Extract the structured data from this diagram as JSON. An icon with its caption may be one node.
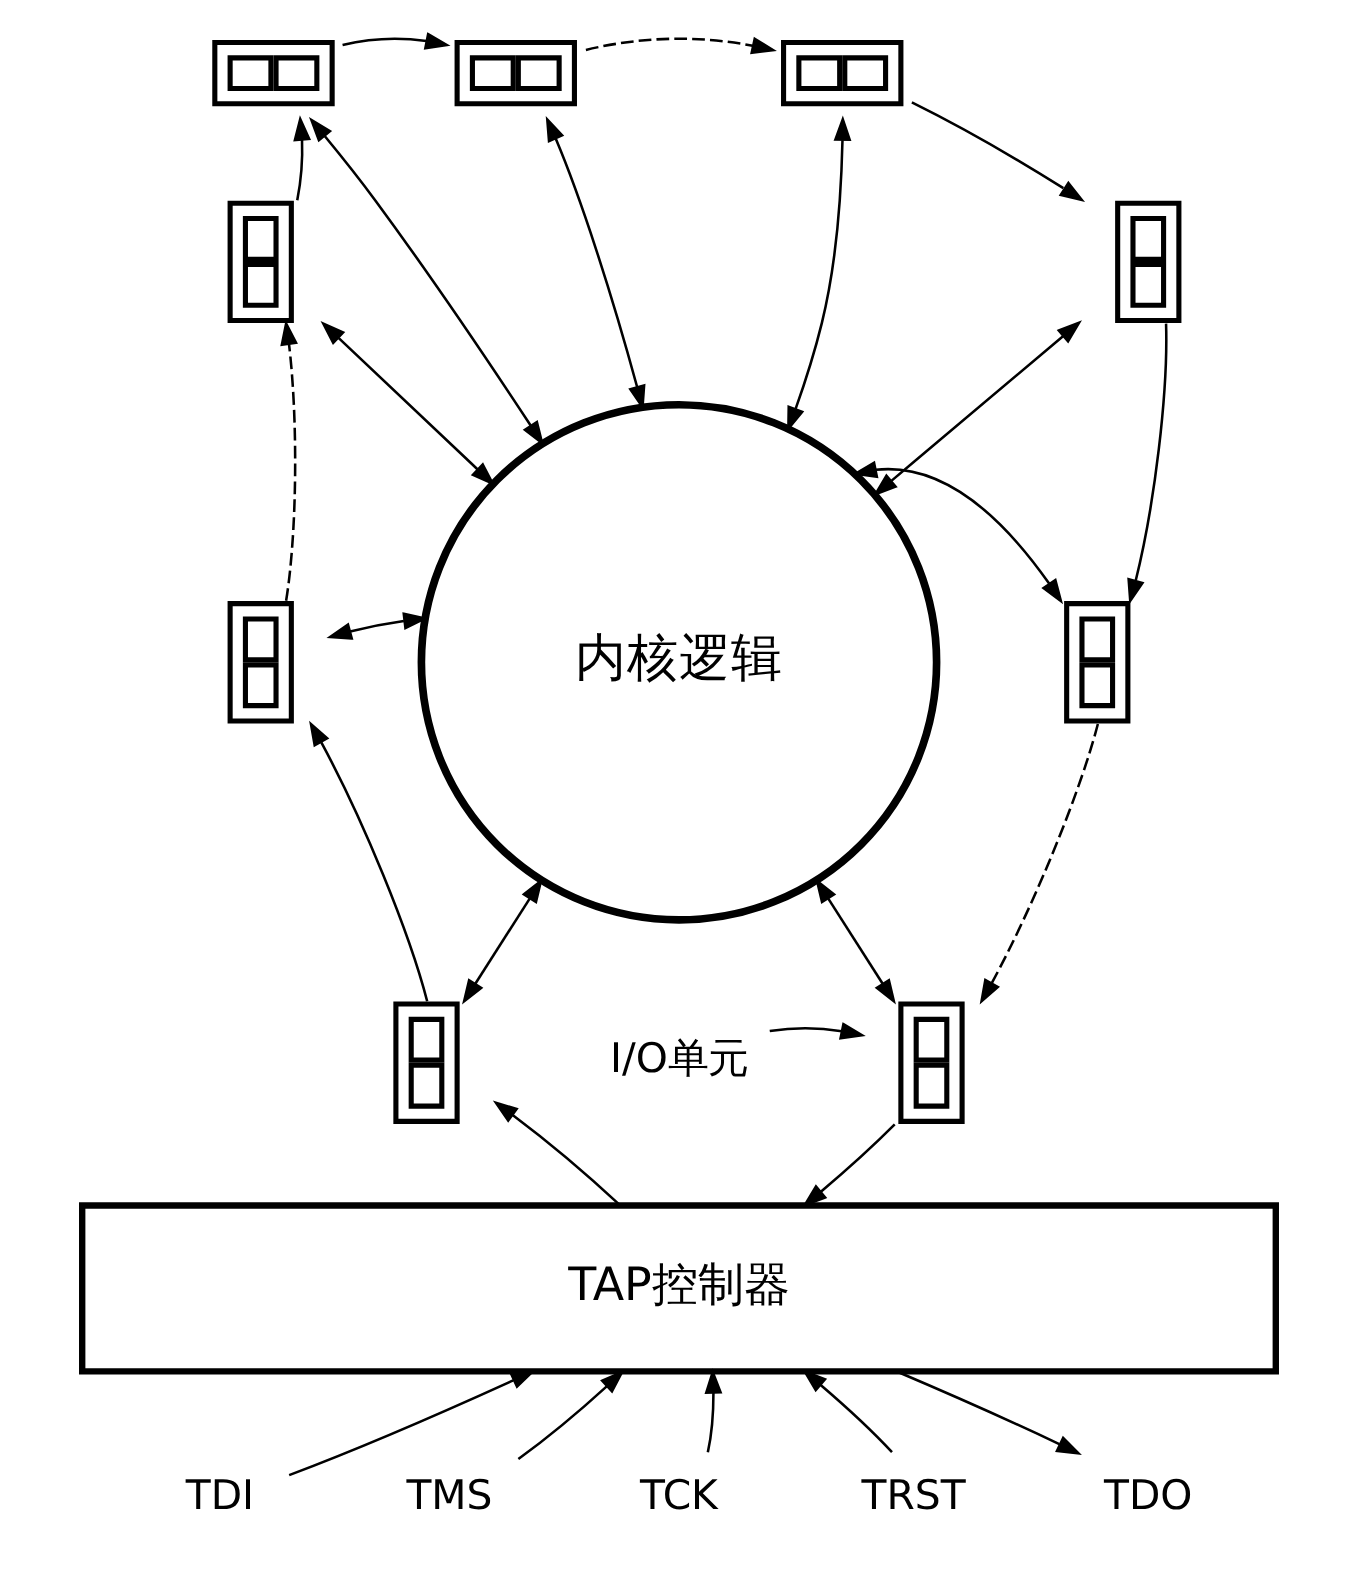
{
  "diagram": {
    "nodes": [
      {
        "text": [],
        "shape": "box"
      },
      {
        "text": [],
        "shape": "box"
      },
      {
        "text": [],
        "shape": "box"
      },
      {
        "text": [],
        "shape": "box"
      },
      {
        "text": [],
        "shape": "box"
      },
      {
        "text": [],
        "shape": "box"
      },
      {
        "text": [
          "内核逻辑"
        ]
      },
      {
        "text": [],
        "shape": "box"
      },
      {
        "text": [],
        "shape": "box"
      },
      {
        "text": [],
        "shape": "box"
      },
      {
        "text": [
          "I/O单元"
        ]
      },
      {
        "text": [
          "TAP控制器"
        ]
      },
      {
        "text": [
          "TDI"
        ]
      },
      {
        "text": [
          "TMS"
        ]
      },
      {
        "text": [
          "TCK"
        ]
      },
      {
        "text": [
          "TRST"
        ]
      },
      {
        "text": [
          "TDO"
        ]
      }
    ],
    "edges": [
      {
        "from": 11,
        "to": 8,
        "arrow": "to"
      },
      {
        "from": 8,
        "to": 7,
        "arrow": "to"
      },
      {
        "from": 7,
        "to": 3,
        "arrow": "to",
        "style": "dashed"
      },
      {
        "from": 3,
        "to": 0,
        "arrow": "to"
      },
      {
        "from": 0,
        "to": 1,
        "arrow": "to"
      },
      {
        "from": 1,
        "to": 2,
        "arrow": "to",
        "style": "dashed"
      },
      {
        "from": 2,
        "to": 4,
        "arrow": "to"
      },
      {
        "from": 4,
        "to": 5,
        "arrow": "to"
      },
      {
        "from": 5,
        "to": 9,
        "arrow": "to",
        "style": "dashed"
      },
      {
        "from": 9,
        "to": 11,
        "arrow": "to"
      },
      {
        "from": 0,
        "to": 6,
        "arrow": "both"
      },
      {
        "from": 1,
        "to": 6,
        "arrow": "both"
      },
      {
        "from": 2,
        "to": 6,
        "arrow": "both"
      },
      {
        "from": 3,
        "to": 6,
        "arrow": "both"
      },
      {
        "from": 4,
        "to": 6,
        "arrow": "both"
      },
      {
        "from": 5,
        "to": 6,
        "arrow": "both"
      },
      {
        "from": 7,
        "to": 6,
        "arrow": "both"
      },
      {
        "from": 8,
        "to": 6,
        "arrow": "both"
      },
      {
        "from": 9,
        "to": 6,
        "arrow": "both"
      },
      {
        "from": 10,
        "to": 9,
        "arrow": "to"
      },
      {
        "from": 12,
        "to": 11,
        "arrow": "to"
      },
      {
        "from": 13,
        "to": 11,
        "arrow": "to"
      },
      {
        "from": 14,
        "to": 11,
        "arrow": "to"
      },
      {
        "from": 15,
        "to": 11,
        "arrow": "to"
      },
      {
        "from": 11,
        "to": 16,
        "arrow": "to"
      }
    ]
  }
}
